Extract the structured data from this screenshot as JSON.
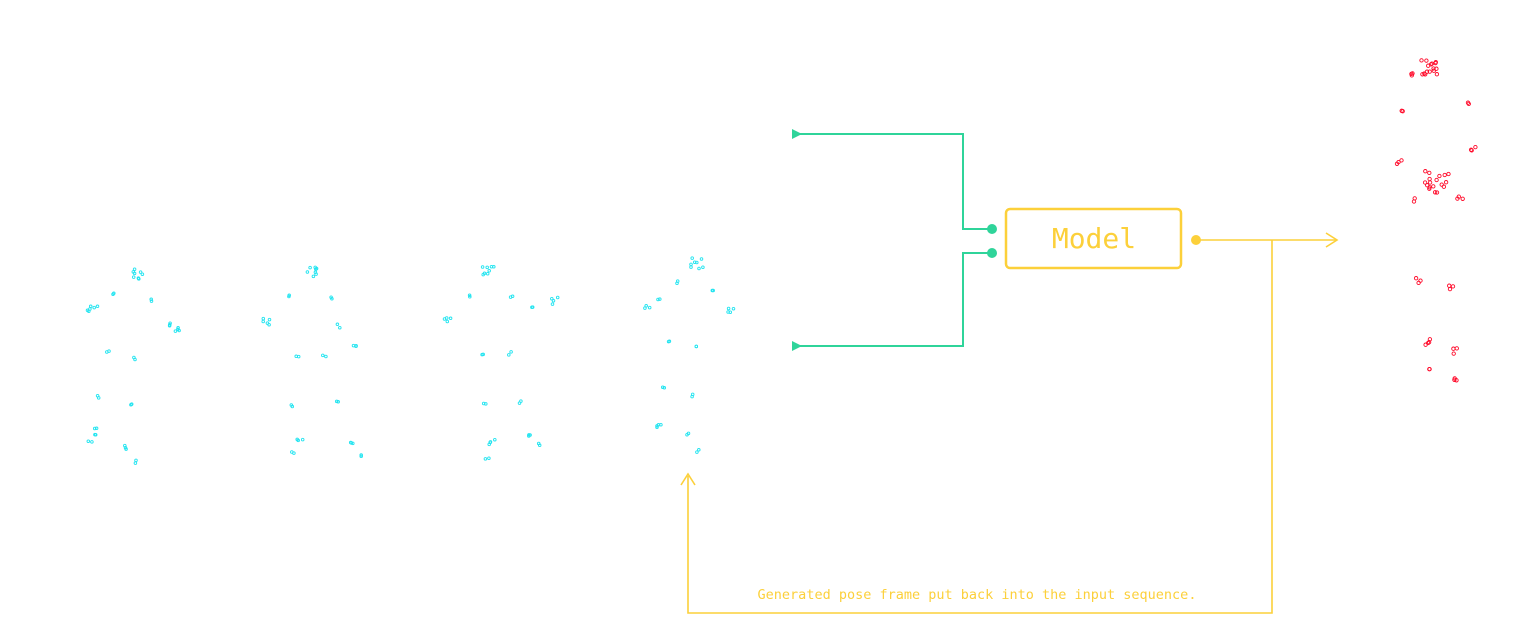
{
  "colors": {
    "input_pose": "#22e4f0",
    "output_pose": "#ff0a2a",
    "model": "#fcd03a",
    "connector": "#2fd49a",
    "background": "#ffffff"
  },
  "model": {
    "label": "Model"
  },
  "caption": "Generated pose frame put back into the input sequence.",
  "input_frames": {
    "count": 4,
    "style": "dotted skeleton keypoints"
  },
  "output_frame": {
    "style": "dotted skeleton keypoints"
  }
}
